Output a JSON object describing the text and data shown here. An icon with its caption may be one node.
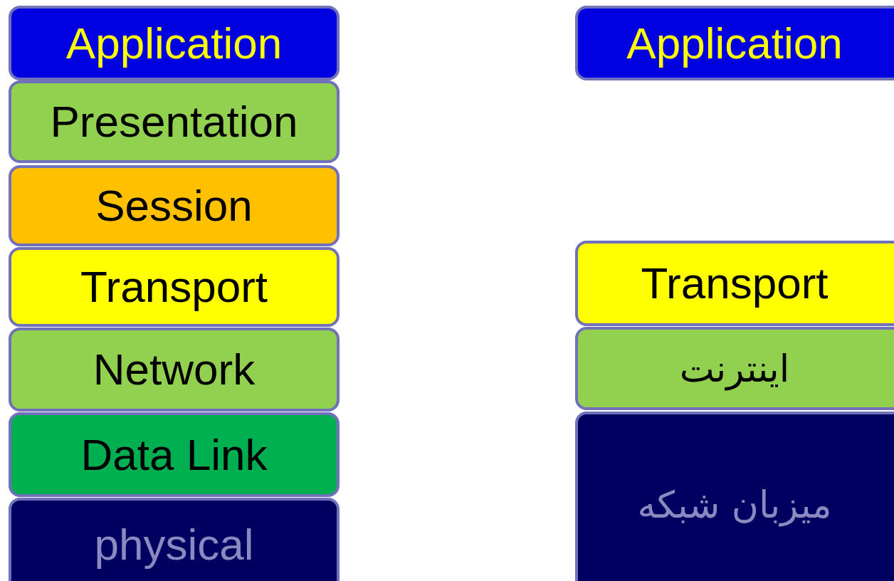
{
  "diagram": {
    "nodes": [
      {
        "text": [
          "Application"
        ]
      },
      {
        "text": [
          "Presentation"
        ]
      },
      {
        "text": [
          "Session"
        ]
      },
      {
        "text": [
          "Transport"
        ]
      },
      {
        "text": [
          "Network"
        ]
      },
      {
        "text": [
          "Data Link"
        ]
      },
      {
        "text": [
          "physical"
        ]
      },
      {
        "text": [
          "Application"
        ]
      },
      {
        "text": [
          "Transport"
        ]
      },
      {
        "text": [
          "اینترنت"
        ]
      },
      {
        "text": [
          "میزبان شبکه"
        ]
      }
    ]
  }
}
